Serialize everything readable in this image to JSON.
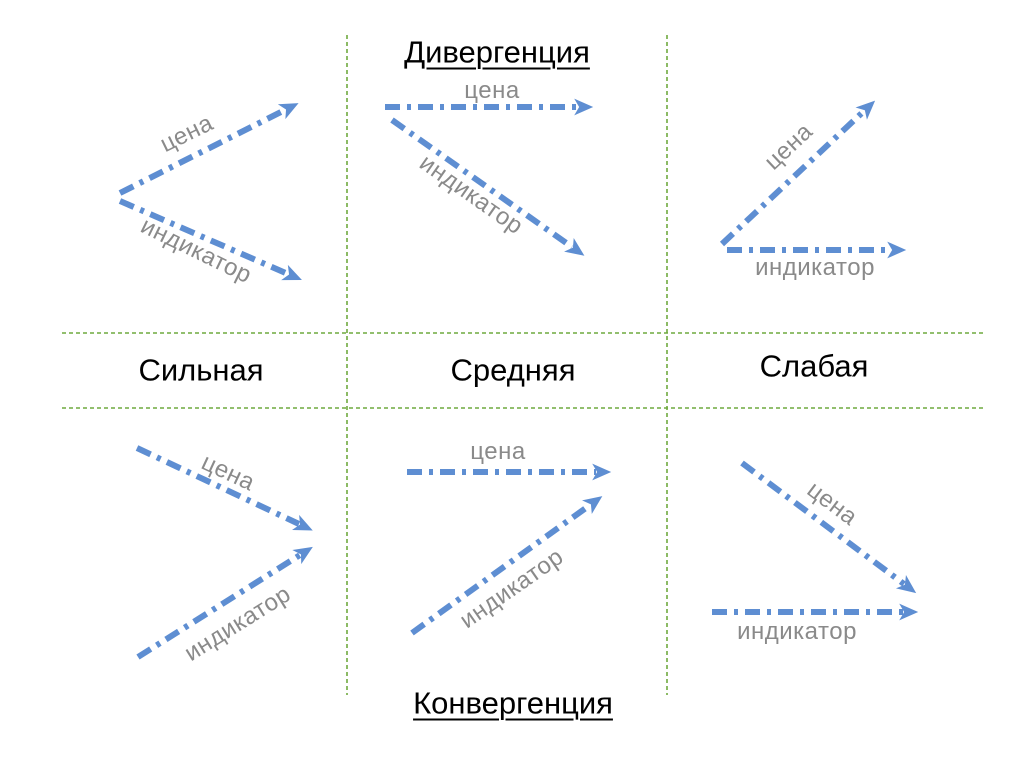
{
  "titles": {
    "top": "Дивергенция",
    "bottom": "Конвергенция"
  },
  "strength_labels": [
    "Сильная",
    "Средняя",
    "Слабая"
  ],
  "arrow_labels": {
    "price": "цена",
    "indicator": "индикатор"
  },
  "cells": [
    {
      "section": "Дивергенция",
      "strength": "Сильная",
      "price_direction": "up",
      "indicator_direction": "down"
    },
    {
      "section": "Дивергенция",
      "strength": "Средняя",
      "price_direction": "flat",
      "indicator_direction": "down"
    },
    {
      "section": "Дивергенция",
      "strength": "Слабая",
      "price_direction": "up",
      "indicator_direction": "flat"
    },
    {
      "section": "Конвергенция",
      "strength": "Сильная",
      "price_direction": "down",
      "indicator_direction": "up"
    },
    {
      "section": "Конвергенция",
      "strength": "Средняя",
      "price_direction": "flat",
      "indicator_direction": "up"
    },
    {
      "section": "Конвергенция",
      "strength": "Слабая",
      "price_direction": "down",
      "indicator_direction": "flat"
    }
  ],
  "colors": {
    "arrow_blue": "#5e8ed2",
    "grid_green": "#6faa3f",
    "label_gray": "#8a8a8a",
    "text_black": "#000000"
  }
}
